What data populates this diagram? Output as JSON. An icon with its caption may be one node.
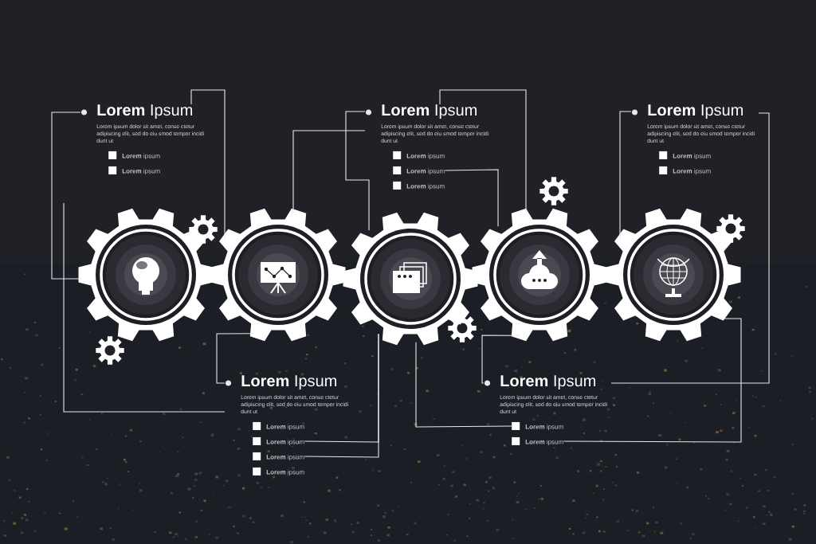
{
  "diagram": {
    "nodes": [
      {
        "text": [
          "**Lorem** Ipsum",
          "Lorem ipsum dolor sit amet, conse ctetur adipiscing elit, sed do eiu smod tempor incidi dunt ut"
        ]
      },
      {
        "text": [
          "**Lorem** ipsum"
        ]
      },
      {
        "text": [
          "**Lorem** ipsum"
        ]
      },
      {
        "text": [
          "**Lorem** Ipsum",
          "Lorem ipsum dolor sit amet, conse ctetur adipiscing elit, sed do eiu smod tempor incidi dunt ut"
        ]
      },
      {
        "text": [
          "**Lorem** ipsum"
        ]
      },
      {
        "text": [
          "**Lorem** ipsum"
        ]
      },
      {
        "text": [
          "**Lorem** ipsum"
        ]
      },
      {
        "text": [
          "**Lorem** Ipsum",
          "Lorem ipsum dolor sit amet, conse ctetur adipiscing elit, sed do eiu smod tempor incidi dunt ut"
        ]
      },
      {
        "text": [
          "**Lorem** ipsum"
        ]
      },
      {
        "text": [
          "**Lorem** ipsum"
        ]
      },
      {
        "text": [],
        "shape": "picture"
      },
      {
        "text": [],
        "shape": "picture"
      },
      {
        "text": [],
        "shape": "picture"
      },
      {
        "text": [],
        "shape": "picture"
      },
      {
        "text": [],
        "shape": "picture"
      },
      {
        "text": [
          "**Lorem** Ipsum",
          "Lorem ipsum dolor sit amet, conse ctetur adipiscing elit, sed do eiu smod tempor incidi dunt ut"
        ]
      },
      {
        "text": [
          "**Lorem** ipsum"
        ]
      },
      {
        "text": [
          "**Lorem** ipsum"
        ]
      },
      {
        "text": [
          "**Lorem** ipsum"
        ]
      },
      {
        "text": [
          "**Lorem** ipsum"
        ]
      },
      {
        "text": [
          "**Lorem** Ipsum",
          "Lorem ipsum dolor sit amet, conse ctetur adipiscing elit, sed do eiu smod tempor incidi dunt ut"
        ]
      },
      {
        "text": [
          "**Lorem** ipsum"
        ]
      },
      {
        "text": [
          "**Lorem** ipsum"
        ]
      }
    ],
    "edges": [
      {
        "from": 0,
        "to": 10,
        "arrow": "none"
      },
      {
        "from": 0,
        "to": 11,
        "arrow": "none"
      },
      {
        "from": 11,
        "to": 3,
        "arrow": "none"
      },
      {
        "from": 3,
        "to": 12,
        "arrow": "none"
      },
      {
        "from": 3,
        "to": 13,
        "arrow": "none"
      },
      {
        "from": 5,
        "to": 13,
        "arrow": "none"
      },
      {
        "from": 7,
        "to": 14,
        "arrow": "none"
      },
      {
        "from": 7,
        "to": 20,
        "arrow": "none"
      },
      {
        "from": null,
        "to": 15,
        "arrow": "none"
      },
      {
        "from": 15,
        "to": 11,
        "arrow": "none"
      },
      {
        "from": 12,
        "to": 17,
        "arrow": "none"
      },
      {
        "from": 12,
        "to": 18,
        "arrow": "none"
      },
      {
        "from": 12,
        "to": 21,
        "arrow": "none"
      },
      {
        "from": 20,
        "to": 13,
        "arrow": "none"
      },
      {
        "from": 22,
        "to": 14,
        "arrow": "none"
      }
    ]
  }
}
